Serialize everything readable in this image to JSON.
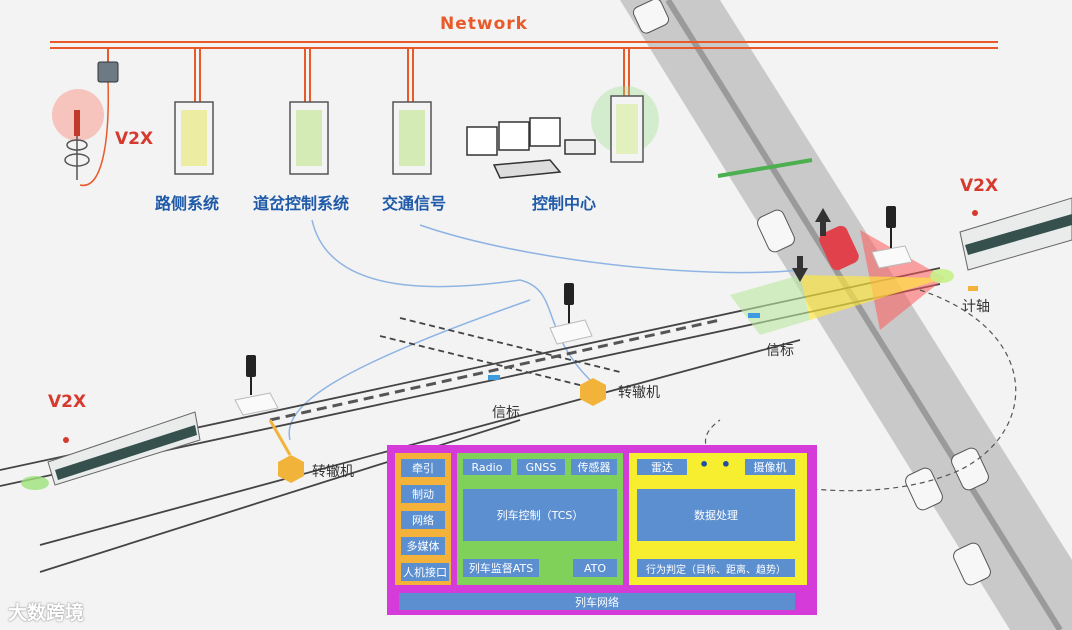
{
  "network": {
    "label": "Network"
  },
  "v2x": {
    "left": "V2X",
    "right": "V2X",
    "roadside": "V2X"
  },
  "systems": [
    {
      "label": "路侧系统"
    },
    {
      "label": "道岔控制系统"
    },
    {
      "label": "交通信号"
    },
    {
      "label": "控制中心"
    }
  ],
  "field": {
    "switch_machine_1": "转辙机",
    "switch_machine_2": "转辙机",
    "beacon_1": "信标",
    "beacon_2": "信标",
    "axle_counter": "计轴"
  },
  "block": {
    "left": [
      "牵引",
      "制动",
      "网络",
      "多媒体",
      "人机接口"
    ],
    "middle_top": [
      "Radio",
      "GNSS",
      "传感器"
    ],
    "middle_main": "列车控制（TCS）",
    "middle_bottom": [
      "列车监督ATS",
      "ATO"
    ],
    "right_top": [
      "雷达",
      "• • •",
      "摄像机"
    ],
    "right_main": "数据处理",
    "right_bottom": "行为判定（目标、距离、趋势）",
    "bus": "列车网络"
  },
  "watermark": "大数跨境",
  "colors": {
    "network": "#e85a2a",
    "label_blue": "#1f5aa8",
    "v2x_red": "#d63a2f",
    "block_magenta": "#d43bd9",
    "panel_orange": "#f5b23a",
    "panel_green": "#7fd15a",
    "panel_yellow": "#f6ee2e",
    "box_blue": "#5b8fd0"
  }
}
